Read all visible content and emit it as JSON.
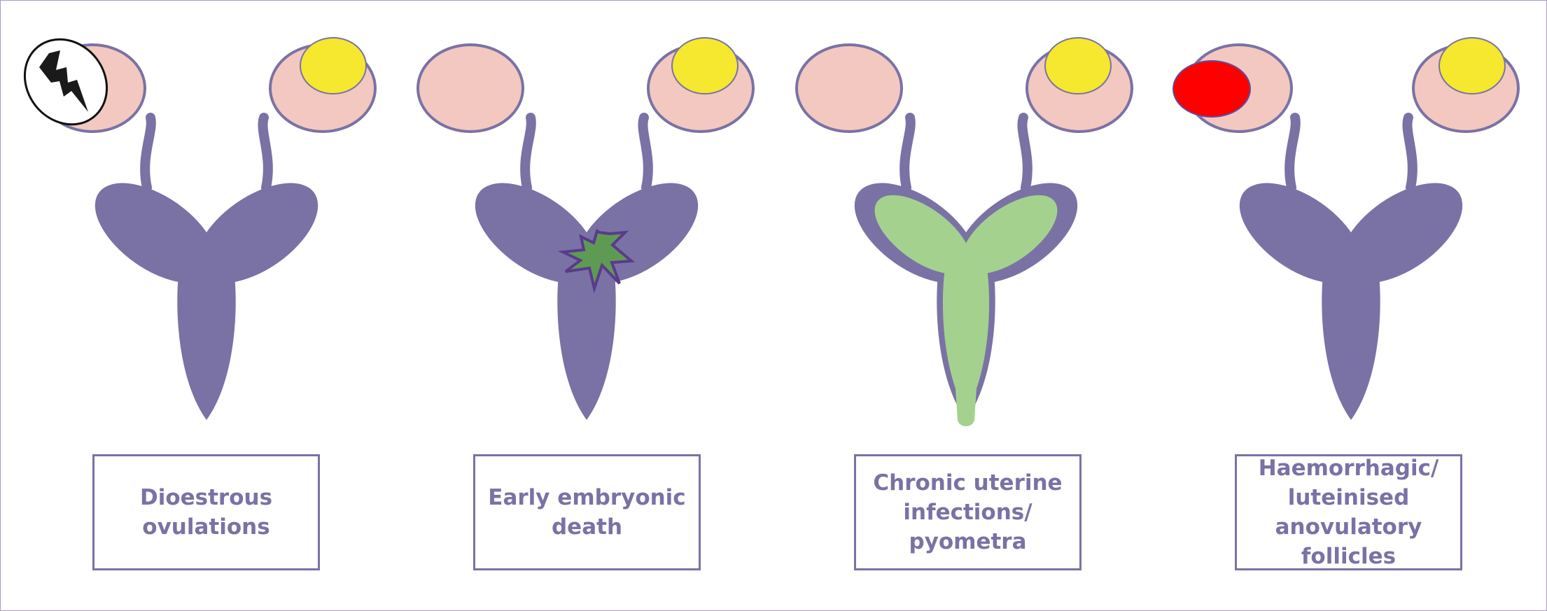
{
  "panels": [
    {
      "label_line1": "Dioestrous",
      "label_line2": "ovulations",
      "label_line3": "",
      "label_line4": "",
      "marker": "lightning-bolt"
    },
    {
      "label_line1": "Early embryonic",
      "label_line2": "death",
      "label_line3": "",
      "label_line4": "",
      "marker": "green-star-burst"
    },
    {
      "label_line1": "Chronic uterine",
      "label_line2": "infections/",
      "label_line3": "pyometra",
      "label_line4": "",
      "marker": "green-uterine-fill"
    },
    {
      "label_line1": "Haemorrhagic/",
      "label_line2": "luteinised",
      "label_line3": "anovulatory",
      "label_line4": "follicles",
      "marker": "red-follicle"
    }
  ],
  "colors": {
    "uterus": "#7a72a5",
    "ovary": "#f2c8c0",
    "ovary_outline": "#7a72a5",
    "corpus_luteum": "#f5e82e",
    "embryo": "#5f9a54",
    "infection": "#a5d18e",
    "haemorrhagic": "#ff0000",
    "label_text": "#7a72a5"
  }
}
